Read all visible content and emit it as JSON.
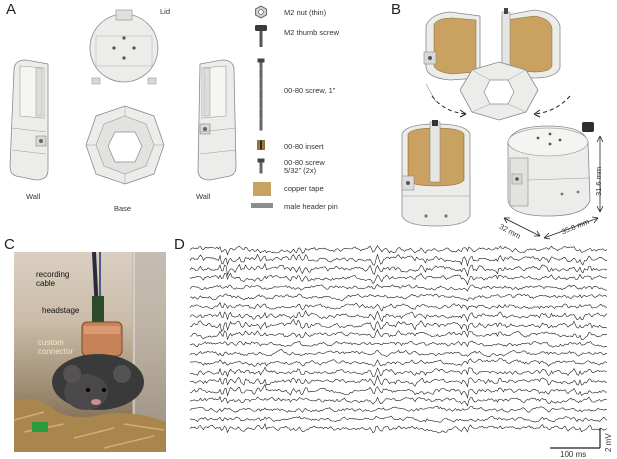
{
  "panels": {
    "a": "A",
    "b": "B",
    "c": "C",
    "d": "D"
  },
  "panel_a": {
    "lid": "Lid",
    "wall_left": "Wall",
    "base": "Base",
    "wall_right": "Wall",
    "legend": [
      {
        "name": "m2-nut",
        "label": "M2 nut (thin)"
      },
      {
        "name": "thumb-screw",
        "label": "M2 thumb screw"
      },
      {
        "name": "screw-1in",
        "label": "00-80 screw, 1”"
      },
      {
        "name": "insert",
        "label": "00-80 insert"
      },
      {
        "name": "screw-short",
        "label": "00-80 screw\n5/32” (2x)"
      },
      {
        "name": "copper-tape",
        "label": "copper tape"
      },
      {
        "name": "header-pin",
        "label": "male header pin"
      }
    ]
  },
  "panel_b": {
    "dim_height": "31.6 mm",
    "dim_depth": "32 mm",
    "dim_width": "35.8 mm"
  },
  "panel_c": {
    "recording_cable": "recording\ncable",
    "headstage": "headstage",
    "custom_connector": "custom\nconnector"
  },
  "panel_d": {
    "scale_time": "100 ms",
    "scale_voltage": "2 mV",
    "trace_count": 20
  },
  "colors": {
    "part_fill": "#ececea",
    "part_stroke": "#8a8a88",
    "copper": "#c9a160",
    "header_pin": "#8d8d8d",
    "trace": "#1a1a1a"
  }
}
